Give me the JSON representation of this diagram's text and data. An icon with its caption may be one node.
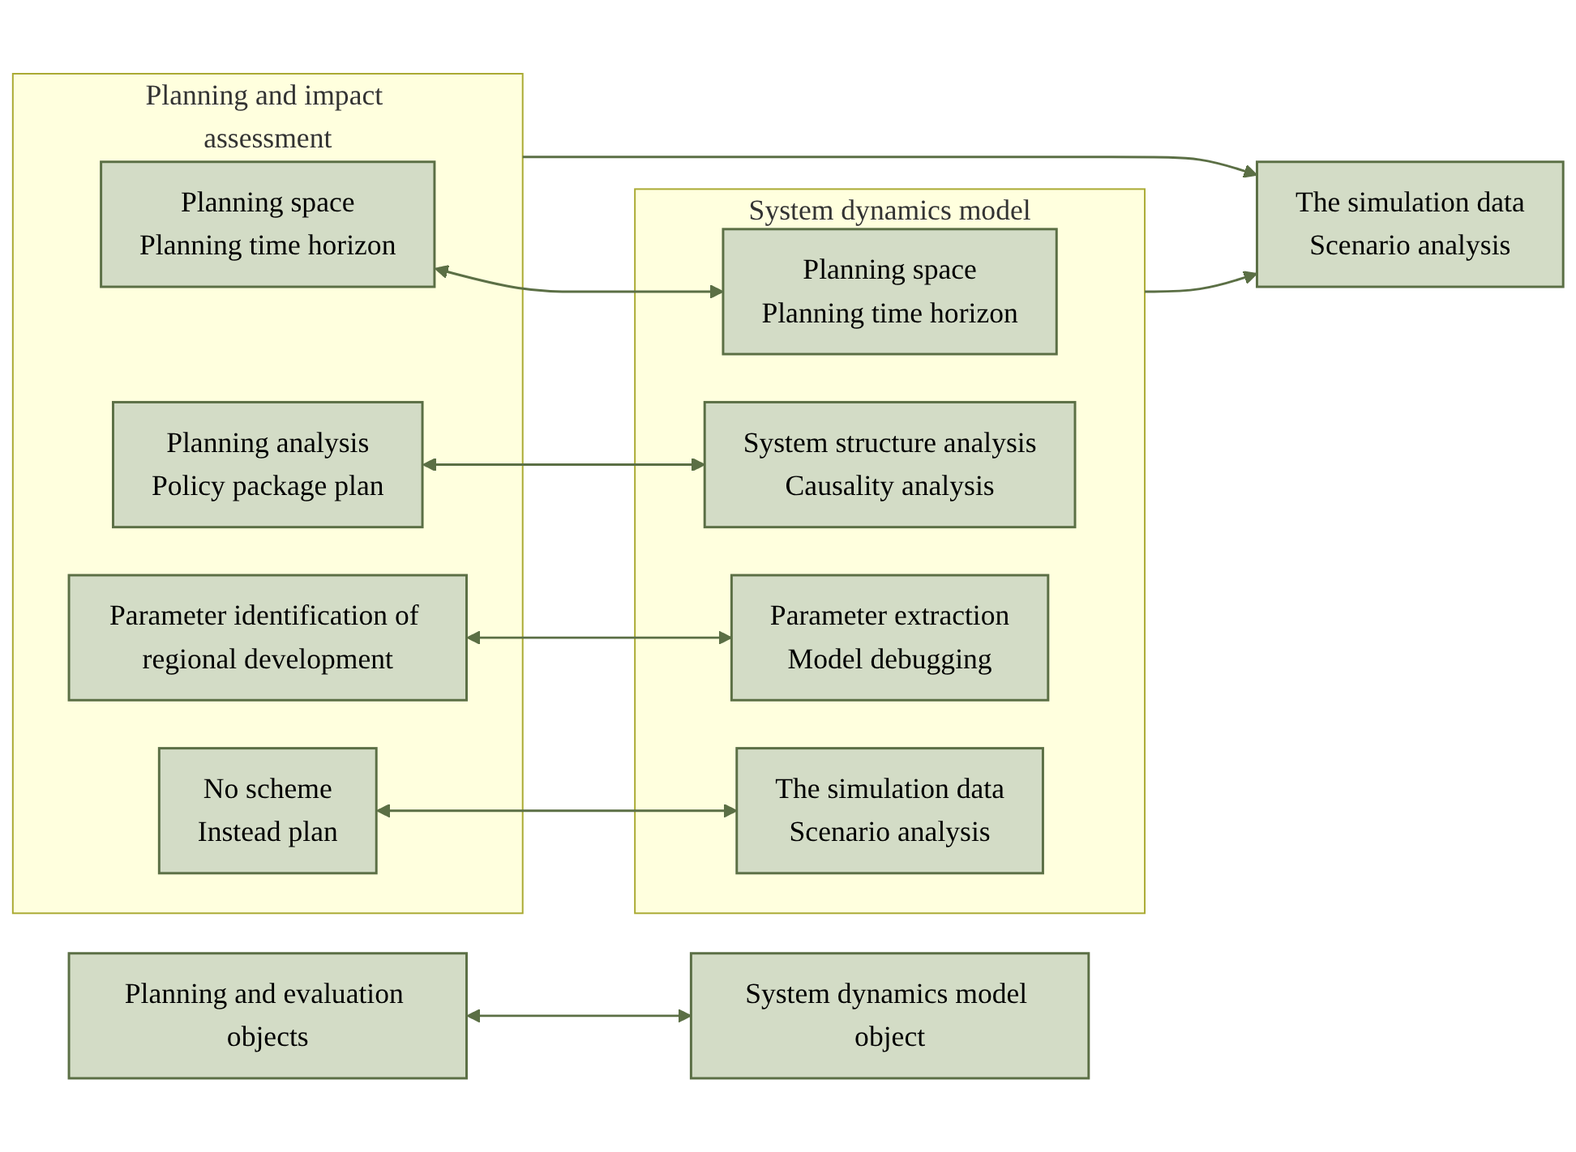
{
  "diagram": {
    "nodes": [
      {
        "text": [
          "Planning and evaluation objects"
        ]
      },
      {
        "text": [
          "System dynamics model object"
        ]
      },
      {
        "text": [
          "Planning and impact assessment"
        ]
      },
      {
        "text": [
          "Planning space",
          "Planning time horizon"
        ],
        "in": 2
      },
      {
        "text": [
          "Planning analysis",
          "Policy package plan"
        ],
        "in": 2
      },
      {
        "text": [
          "Parameter identification of regional development"
        ],
        "in": 2
      },
      {
        "text": [
          "No scheme",
          "Instead plan"
        ],
        "in": 2
      },
      {
        "text": [
          "System dynamics model"
        ]
      },
      {
        "text": [
          "Planning space",
          "Planning time horizon"
        ],
        "in": 7
      },
      {
        "text": [
          "System structure analysis",
          "Causality analysis"
        ],
        "in": 7
      },
      {
        "text": [
          "Parameter extraction",
          "Model debugging"
        ],
        "in": 7
      },
      {
        "text": [
          "The simulation data",
          "Scenario analysis"
        ],
        "in": 7
      },
      {
        "text": [
          "The simulation data",
          "Scenario analysis"
        ]
      }
    ],
    "edges": [
      {
        "from": 0,
        "to": 1,
        "arrow": "both"
      },
      {
        "from": 3,
        "to": 8,
        "arrow": "both"
      },
      {
        "from": 4,
        "to": 9,
        "arrow": "both"
      },
      {
        "from": 5,
        "to": 10,
        "arrow": "both"
      },
      {
        "from": 6,
        "to": 11,
        "arrow": "both"
      },
      {
        "from": 2,
        "to": 12,
        "arrow": "to"
      },
      {
        "from": 7,
        "to": 12,
        "arrow": "to"
      }
    ]
  }
}
